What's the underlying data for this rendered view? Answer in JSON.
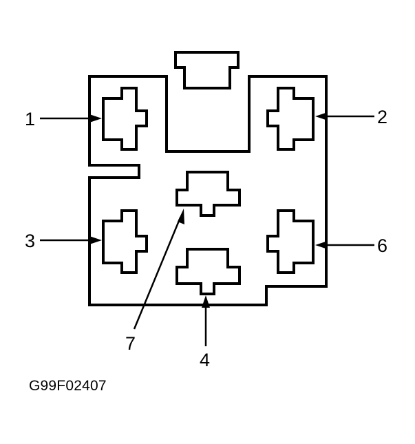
{
  "diagram": {
    "callouts": {
      "terminal_1": "1",
      "terminal_2": "2",
      "terminal_3": "3",
      "terminal_4": "4",
      "terminal_6": "6",
      "terminal_7": "7"
    },
    "figure_code": "G99F02407"
  }
}
